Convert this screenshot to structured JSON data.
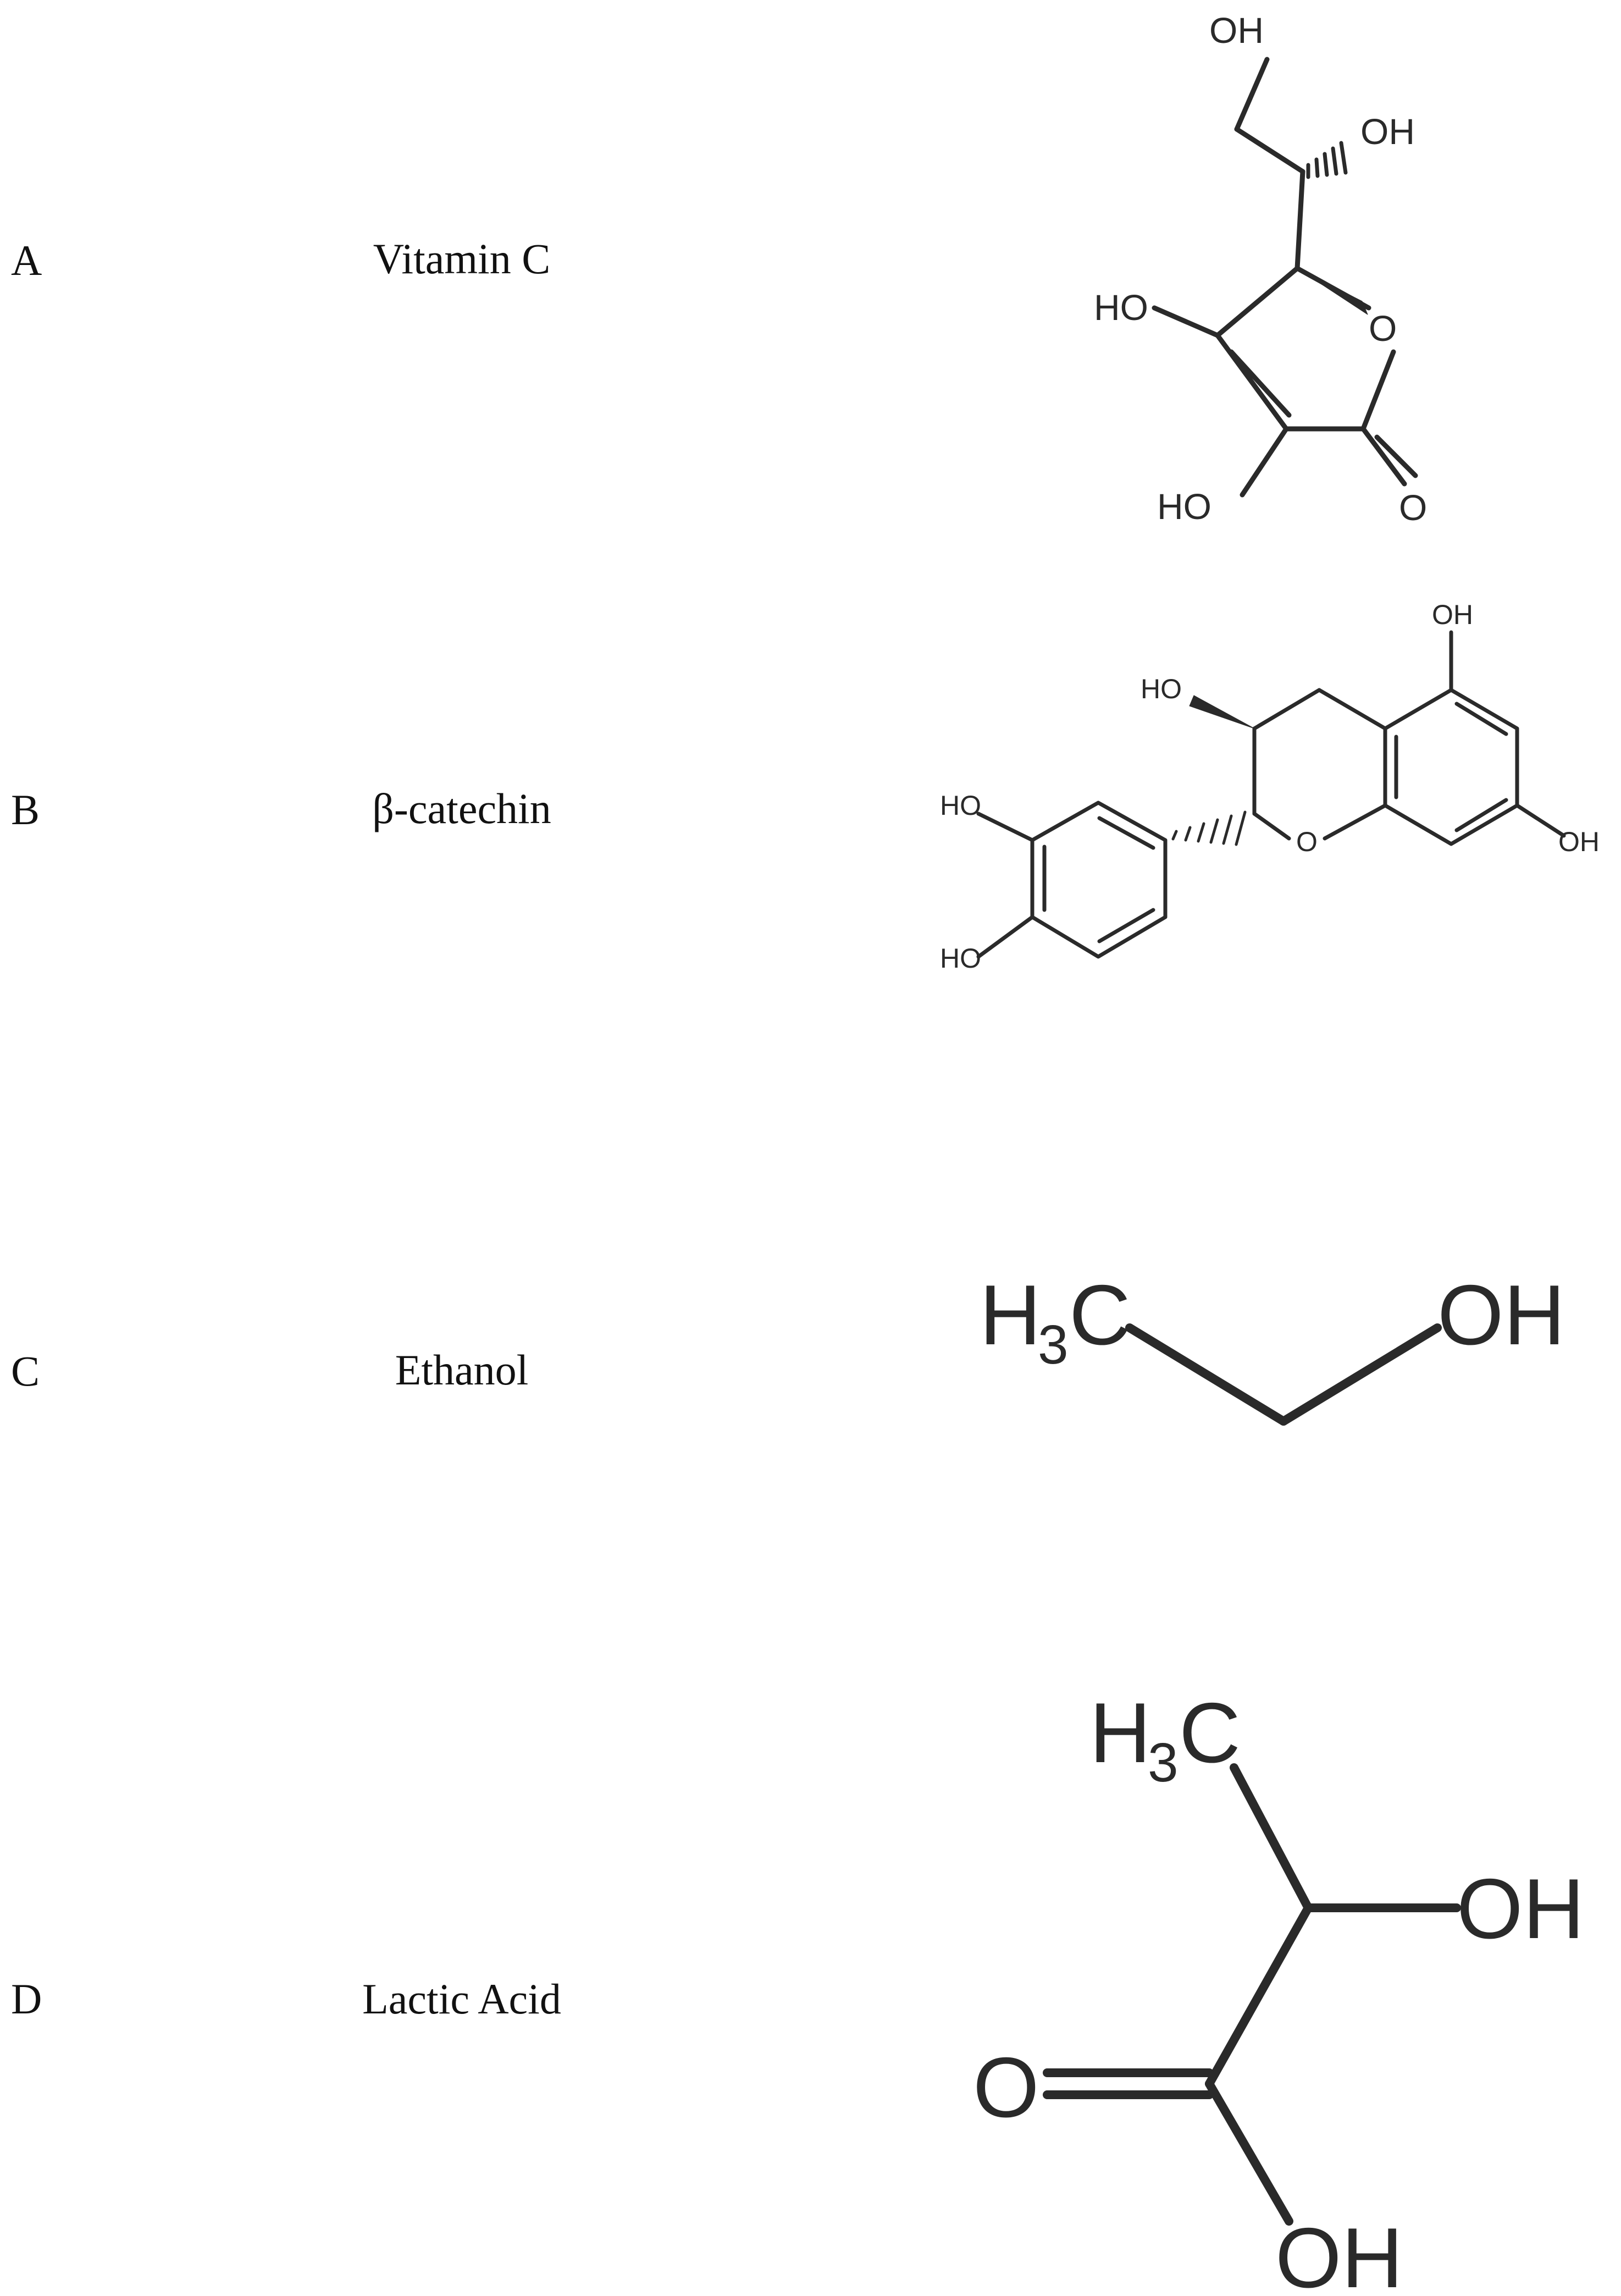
{
  "rows": [
    {
      "letter": "A",
      "name": "Vitamin C"
    },
    {
      "letter": "B",
      "name": "β-catechin"
    },
    {
      "letter": "C",
      "name": "Ethanol"
    },
    {
      "letter": "D",
      "name": "Lactic Acid"
    }
  ],
  "atoms": {
    "vitc": {
      "oh_top": "OH",
      "oh_side": "OH",
      "ho_left": "HO",
      "ring_o": "O",
      "ho_bottom": "HO",
      "carbonyl_o": "O"
    },
    "catechin": {
      "oh_top": "OH",
      "ho_3": "HO",
      "ring_o": "O",
      "oh_7": "OH",
      "ho_cat1": "HO",
      "ho_cat2": "HO"
    },
    "ethanol": {
      "h3c": "H",
      "sub3": "3",
      "c": "C",
      "oh": "OH"
    },
    "lactic": {
      "h": "H",
      "sub3": "3",
      "c": "C",
      "oh_side": "OH",
      "o_carbonyl": "O",
      "oh_bottom": "OH"
    }
  },
  "colors": {
    "bond": "#2a2a2a",
    "text": "#111111",
    "background": "#ffffff"
  }
}
